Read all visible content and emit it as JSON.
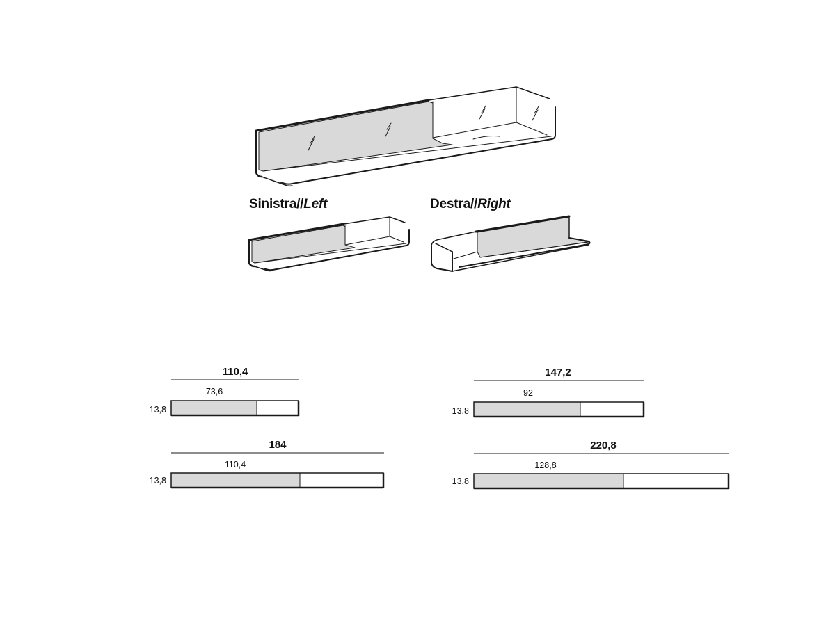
{
  "colors": {
    "line": "#1a1a1a",
    "glass_fill": "#d9d9d9",
    "background": "#ffffff"
  },
  "variants": {
    "left": {
      "it": "Sinistra",
      "separator": "//",
      "en": "Left"
    },
    "right": {
      "it": "Destra",
      "separator": "//",
      "en": "Right"
    }
  },
  "dimensions": {
    "depth": "13,8",
    "shelves": [
      {
        "total": "110,4",
        "part": "73,6"
      },
      {
        "total": "147,2",
        "part": "92"
      },
      {
        "total": "184",
        "part": "110,4"
      },
      {
        "total": "220,8",
        "part": "128,8"
      }
    ]
  }
}
